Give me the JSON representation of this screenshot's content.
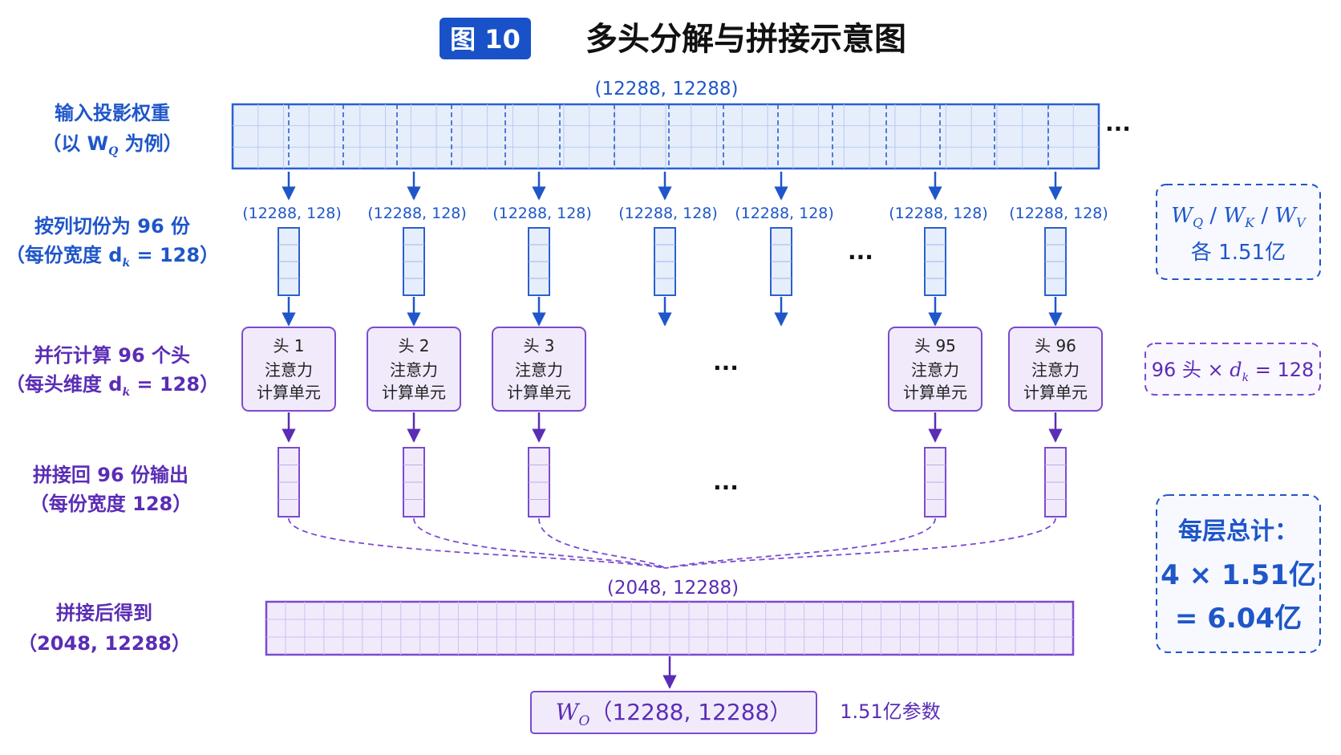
{
  "title": {
    "badge": "图 10",
    "text": "多头分解与拼接示意图"
  },
  "left_labels": {
    "input": [
      "输入投影权重",
      "（以 W",
      "Q",
      " 为例）"
    ],
    "split": [
      "按列切份为 96 份",
      "（每份宽度 d",
      "k",
      " = 128）"
    ],
    "parallel": [
      "并行计算 96 个头",
      "（每头维度 d",
      "k",
      " = 128）"
    ],
    "concat": [
      "拼接回 96 份输出",
      "（每份宽度 128）"
    ],
    "result": [
      "拼接后得到",
      "（2048, 12288）"
    ]
  },
  "input_matrix": {
    "shape": "(12288, 12288)",
    "ellipsis": "···"
  },
  "slices": {
    "shape_labels": [
      "(12288, 128)",
      "(12288, 128)",
      "(12288, 128)",
      "(12288, 128)",
      "(12288, 128)",
      "(12288, 128)",
      "(12288, 128)"
    ],
    "ellipsis": "···"
  },
  "heads": {
    "items": [
      {
        "name": "头  1",
        "line2": "注意力",
        "line3": "计算单元"
      },
      {
        "name": "头  2",
        "line2": "注意力",
        "line3": "计算单元"
      },
      {
        "name": "头  3",
        "line2": "注意力",
        "line3": "计算单元"
      },
      {
        "name": "头 95",
        "line2": "注意力",
        "line3": "计算单元"
      },
      {
        "name": "头 96",
        "line2": "注意力",
        "line3": "计算单元"
      }
    ],
    "ellipsis": "···"
  },
  "outputs": {
    "ellipsis": "···"
  },
  "concat_matrix": {
    "shape": "(2048, 12288)"
  },
  "wo_box": {
    "symbol": "W",
    "sub": "O",
    "shape": "（12288, 12288）",
    "note": "1.51亿参数"
  },
  "side_notes": {
    "qkv": {
      "w1": "W",
      "s1": "Q",
      "w2": "W",
      "s2": "K",
      "w3": "W",
      "s3": "V",
      "sep": " / ",
      "line2": "各 1.51亿"
    },
    "heads": {
      "prefix": "96 头 × ",
      "d": "d",
      "k": "k",
      "suffix": " = 128"
    },
    "total": {
      "line1": "每层总计：",
      "line2": "4 × 1.51亿",
      "line3": "= 6.04亿"
    }
  },
  "colors": {
    "blue": "#1f56c9",
    "blue_fill": "#e6eefc",
    "blue_line": "#2c5fd0",
    "purple": "#5a2db5",
    "purple_fill": "#f1eafb",
    "purple_line": "#7b4bcf",
    "badge": "#1952c8"
  }
}
